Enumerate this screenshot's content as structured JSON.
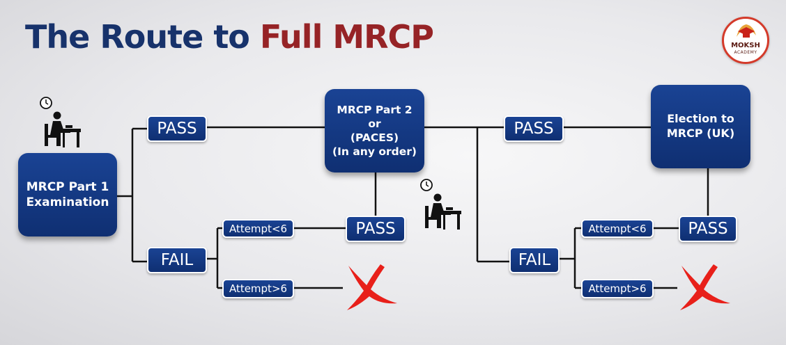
{
  "title": {
    "part1": "The Route to ",
    "part2": "Full MRCP"
  },
  "logo": {
    "name": "MOKSH",
    "sub": "ACADEMY"
  },
  "colors": {
    "box_fill": "#14398a",
    "title_blue": "#17326b",
    "title_red": "#962326",
    "cross_red": "#e8201a",
    "line": "#111111"
  },
  "nodes": {
    "part1": "MRCP Part 1\nExamination",
    "part2": "MRCP Part 2\nor\n(PACES)\n(In any order)",
    "election": "Election to\nMRCP (UK)"
  },
  "labels": {
    "pass1": "PASS",
    "fail1": "FAIL",
    "attempt_lt1": "Attempt<6",
    "attempt_gt1": "Attempt>6",
    "pass_retry1": "PASS",
    "pass2": "PASS",
    "fail2": "FAIL",
    "attempt_lt2": "Attempt<6",
    "attempt_gt2": "Attempt>6",
    "pass_retry2": "PASS"
  },
  "icons": {
    "student": "student-at-desk-icon",
    "clock": "clock-icon",
    "cross": "red-cross-icon",
    "cap": "graduation-cap-icon"
  }
}
